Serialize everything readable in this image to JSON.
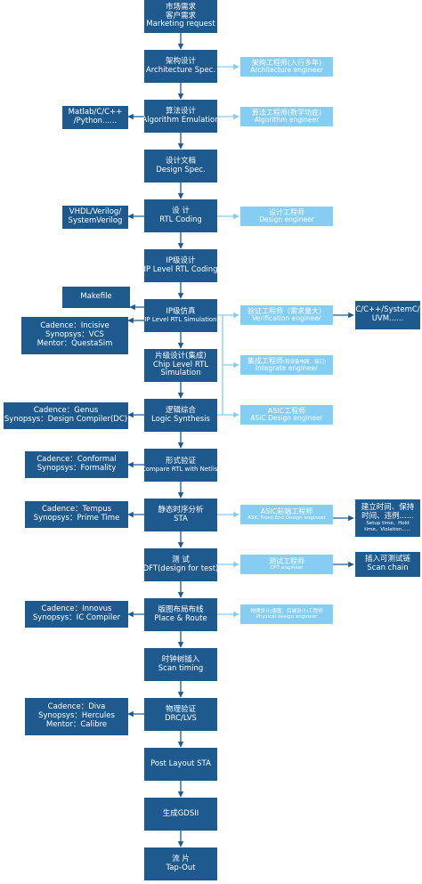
{
  "main_steps": [
    {
      "line1": "市场需求",
      "line2": "客户需求",
      "line3": "Marketing request"
    },
    {
      "line1": "架构设计",
      "line2": "Architecture Spec."
    },
    {
      "line1": "算法设计",
      "line2": "Algorithm Emulation"
    },
    {
      "line1": "设计文档",
      "line2": "Design Spec."
    },
    {
      "line1": "设  计",
      "line2": "RTL Coding"
    },
    {
      "line1": "IP级设计",
      "line2": "IP Level RTL Coding"
    },
    {
      "line1": "IP级仿真",
      "line2": "IP Level RTL Simulation"
    },
    {
      "line1": "片级设计(集成)",
      "line2": "Chip Level RTL",
      "line3": "Simulation"
    },
    {
      "line1": "逻辑综合",
      "line2": "Logic Synthesis"
    },
    {
      "line1": "形式验证",
      "line2": "Compare RTL with Netlist"
    },
    {
      "line1": "静态时序分析",
      "line2": "STA"
    },
    {
      "line1": "测  试",
      "line2": "DFT(design for test)"
    },
    {
      "line1": "版图布局布线",
      "line2": "Place & Route"
    },
    {
      "line1": "时钟树插入",
      "line2": "Scan timing"
    },
    {
      "line1": "物理验证",
      "line2": "DRC/LVS"
    },
    {
      "line1": "Post Layout STA"
    },
    {
      "line1": "生成GDSII"
    },
    {
      "line1": "流  片",
      "line2": "Tap-Out"
    }
  ],
  "engineers": [
    {
      "line1": "架构工程师(入行多年)",
      "line2": "Architecture engineer"
    },
    {
      "line1": "算法工程师(数学功底)",
      "line2": "Algorithm engineer"
    },
    {
      "line1": "设计工程师",
      "line2": "Design engineer"
    },
    {
      "line1": "验证工程师（需求量大）",
      "line2": "Verification  engineer"
    },
    {
      "line1": "集成工程师",
      "line1b": "(和设备电路、接口)",
      "line2": "Integrate  engineer"
    },
    {
      "line1": "ASIC工程师",
      "line2": "ASIC Design  engineer"
    },
    {
      "line1": "ASIC前端工程师",
      "line2": "ASIC Front-End Design  engineer"
    },
    {
      "line1": "测试工程师",
      "line2": "DFT  engineer"
    },
    {
      "line1": "物理设计(版图、后端设计)工程师",
      "line2": "Physical design  engineer"
    }
  ],
  "tools": {
    "algorithm": {
      "line1": "Matlab/C/C++",
      "line2": "/Python......"
    },
    "rtl": {
      "line1": "VHDL/Verilog/",
      "line2": "SystemVerilog"
    },
    "makefile": {
      "line1": "Makefile"
    },
    "sim": {
      "line1": "Cadence：Incisive",
      "line2": "Synopsys：VCS",
      "line3": "Mentor：QuestaSim"
    },
    "synthesis": {
      "line1": "Cadence：Genus",
      "line2": "Synopsys：Design Compiler(DC)"
    },
    "formal": {
      "line1": "Cadence：Conformal",
      "line2": "Synopsys：Formality"
    },
    "sta": {
      "line1": "Cadence：Tempus",
      "line2": "Synopsys：Prime Time"
    },
    "pnr": {
      "line1": "Cadence：Innovus",
      "line2": "Synopsys：IC Compiler"
    },
    "physical": {
      "line1": "Cadence：Diva",
      "line2": "Synopsys：Hercules",
      "line3": "Mentor：Calibre"
    }
  },
  "right_notes": {
    "verification": {
      "line1": "C/C++/SystemC/",
      "line2": "UVM......"
    },
    "sta": {
      "line1": "建立时间、保持",
      "line2": "时间、违例......",
      "line3": "Setup time、Hold",
      "line4": "time、Violation......"
    },
    "dft": {
      "line1": "插入可测试链",
      "line2": "Scan chain"
    }
  },
  "colors": {
    "main": "#1f5a8e",
    "engineer": "#85cdf3",
    "arrow": "#1f5a8e",
    "engineer_arrow": "#85cdf3"
  }
}
